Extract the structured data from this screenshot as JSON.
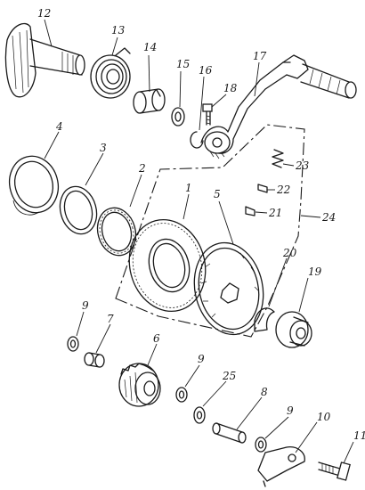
{
  "parts": [
    {
      "id": "1",
      "label": "1"
    },
    {
      "id": "2",
      "label": "2"
    },
    {
      "id": "3",
      "label": "3"
    },
    {
      "id": "4",
      "label": "4"
    },
    {
      "id": "5",
      "label": "5"
    },
    {
      "id": "6",
      "label": "6"
    },
    {
      "id": "7",
      "label": "7"
    },
    {
      "id": "8",
      "label": "8"
    },
    {
      "id": "9a",
      "label": "9"
    },
    {
      "id": "9b",
      "label": "9"
    },
    {
      "id": "9c",
      "label": "9"
    },
    {
      "id": "10",
      "label": "10"
    },
    {
      "id": "11",
      "label": "11"
    },
    {
      "id": "12",
      "label": "12"
    },
    {
      "id": "13",
      "label": "13"
    },
    {
      "id": "14",
      "label": "14"
    },
    {
      "id": "15",
      "label": "15"
    },
    {
      "id": "16",
      "label": "16"
    },
    {
      "id": "17",
      "label": "17"
    },
    {
      "id": "18",
      "label": "18"
    },
    {
      "id": "19",
      "label": "19"
    },
    {
      "id": "20",
      "label": "20"
    },
    {
      "id": "21",
      "label": "21"
    },
    {
      "id": "22",
      "label": "22"
    },
    {
      "id": "23",
      "label": "23"
    },
    {
      "id": "24",
      "label": "24"
    },
    {
      "id": "25",
      "label": "25"
    }
  ]
}
